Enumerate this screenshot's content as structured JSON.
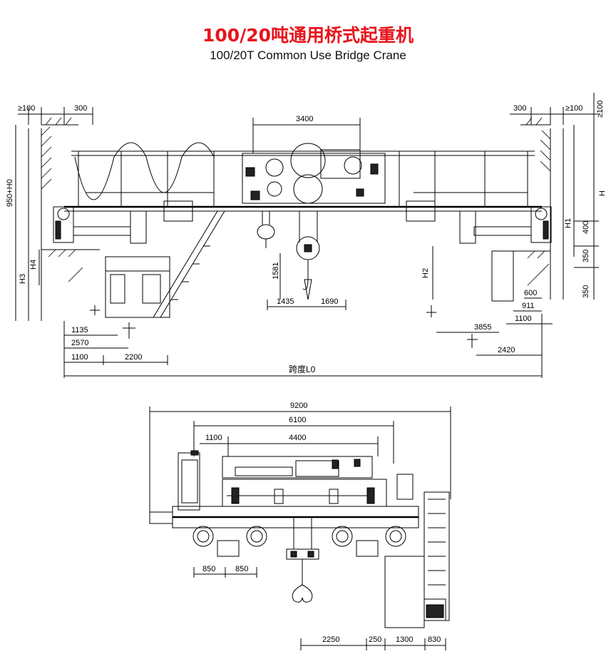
{
  "title_cn": "100/20吨通用桥式起重机",
  "title_en": "100/20T Common Use Bridge Crane",
  "colors": {
    "title": "#e8141c",
    "line": "#000000"
  },
  "top_view": {
    "dims": {
      "left_clear": "≥100",
      "left_300": "300",
      "right_300": "300",
      "right_clear": "≥100",
      "right_clear_v": "≥100",
      "trolley_3400": "3400",
      "h_left": "950+H0",
      "h_right": "H",
      "h1": "H1",
      "h2": "H2",
      "h3": "H3",
      "h4": "H4",
      "d400": "400",
      "d350a": "350",
      "d350b": "350",
      "d1581": "1581",
      "d1435": "1435",
      "d1690": "1690",
      "d1135": "1135",
      "d2570": "2570",
      "d1100": "1100",
      "d2200": "2200",
      "d600": "600",
      "d911": "911",
      "d1100r": "1100",
      "d3855": "3855",
      "d2420": "2420",
      "span": "跨度L0"
    }
  },
  "side_view": {
    "dims": {
      "d9200": "9200",
      "d6100": "6100",
      "d1100": "1100",
      "d4400": "4400",
      "d850a": "850",
      "d850b": "850",
      "d2250": "2250",
      "d250": "250",
      "d1300": "1300",
      "d830": "830"
    }
  }
}
